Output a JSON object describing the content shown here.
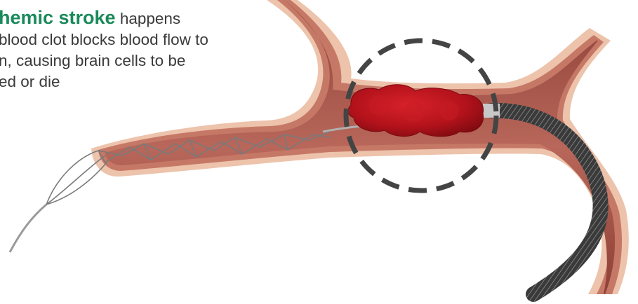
{
  "caption": {
    "term": "hemic stroke",
    "term_rest": " happens",
    "line2": "blood clot blocks blood flow to",
    "line3": "n, causing brain cells to be",
    "line4": "ed or die"
  },
  "colors": {
    "term": "#1a8a5a",
    "text": "#3a3a3a",
    "vessel_wall": "#c9786a",
    "vessel_outer": "#e9b9a0",
    "vessel_lumen": "#a9574c",
    "clot": "#b5121b",
    "catheter": "#3b3b3b",
    "stent": "#8c8c8c",
    "dashed_circle": "#444444"
  },
  "icons": [
    "blood-clot-icon",
    "stent-retriever-icon",
    "catheter-icon"
  ]
}
